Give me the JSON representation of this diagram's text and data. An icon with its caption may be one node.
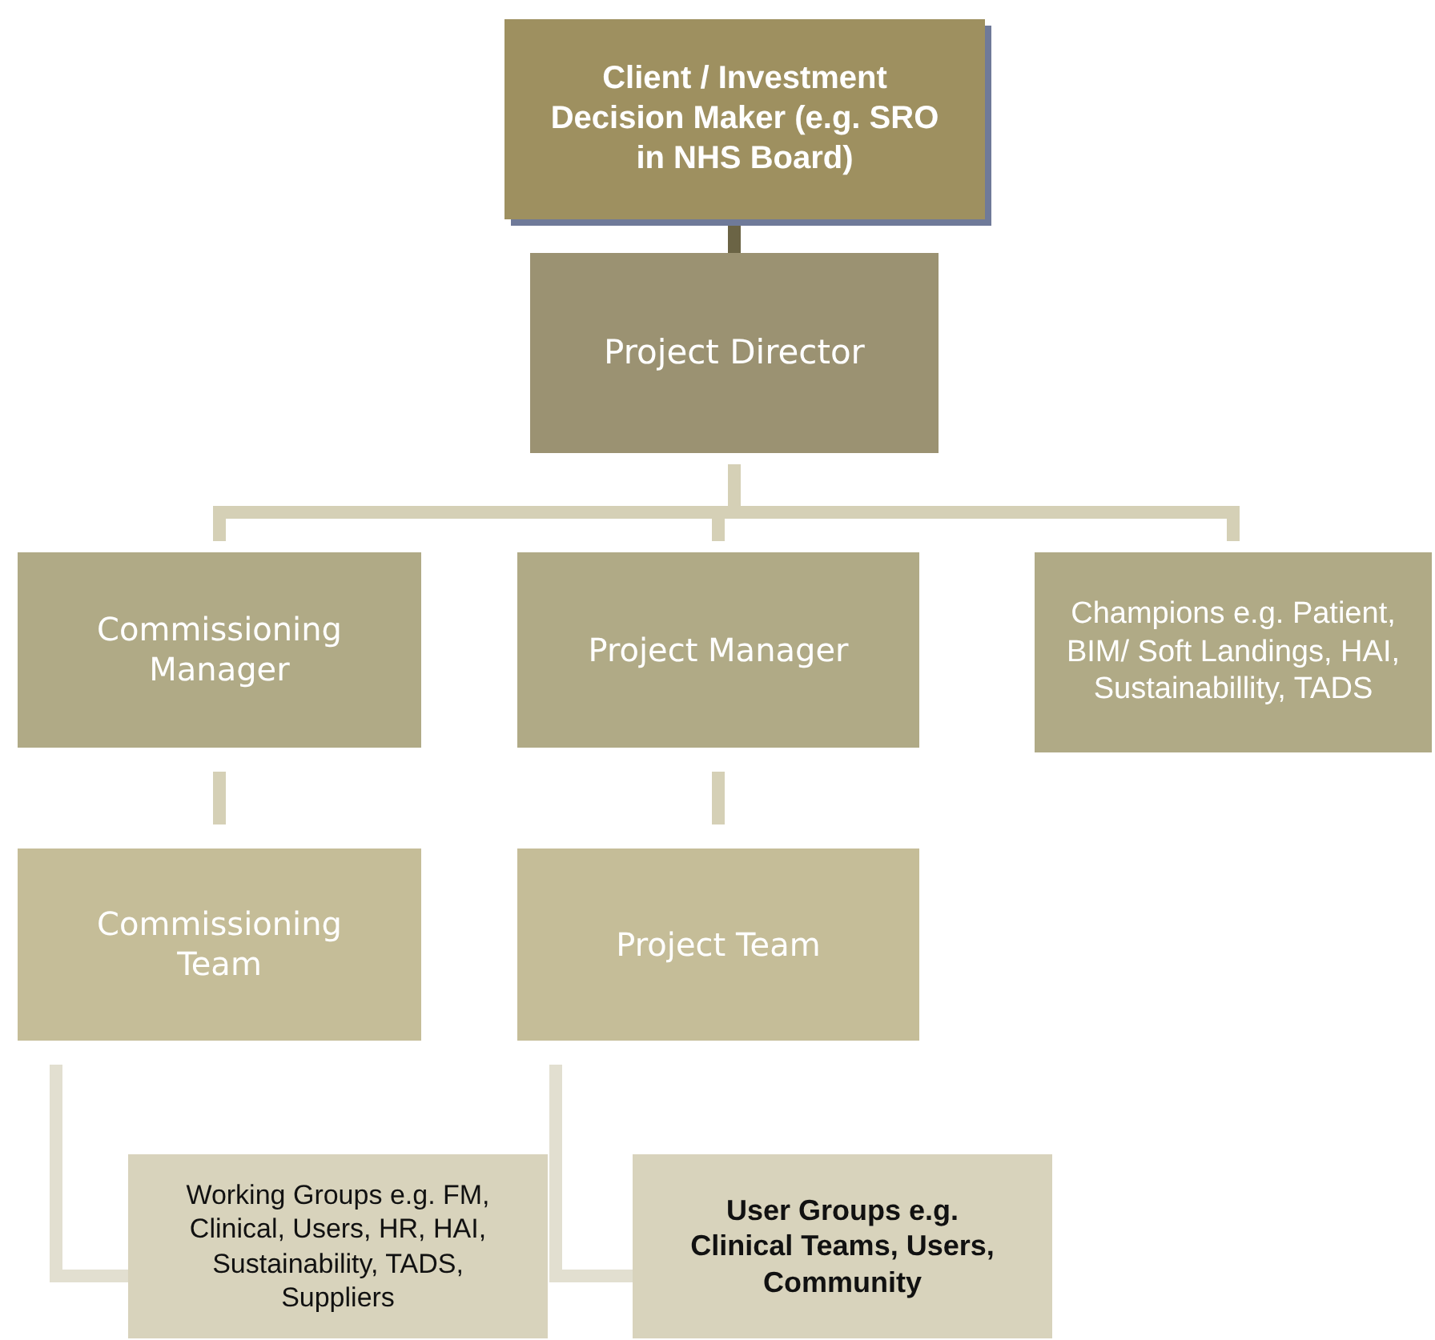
{
  "diagram": {
    "nodes": [
      {
        "text": [
          "Client / Investment Decision Maker (e.g. SRO in NHS Board)"
        ]
      },
      {
        "text": [
          "Project Director"
        ]
      },
      {
        "text": [
          "Commissioning Manager"
        ]
      },
      {
        "text": [
          "Project Manager"
        ]
      },
      {
        "text": [
          "Champions e.g. Patient, BIM/ Soft Landings, HAI, Sustainabillity, TADS"
        ]
      },
      {
        "text": [
          "Commissioning Team"
        ]
      },
      {
        "text": [
          "Project Team"
        ]
      },
      {
        "text": [
          "Working Groups e.g. FM, Clinical, Users, HR, HAI, Sustainability, TADS, Suppliers"
        ]
      },
      {
        "text": [
          "User Groups e.g. Clinical Teams, Users, Community"
        ]
      }
    ],
    "edges": [
      {
        "from": 0,
        "to": 1,
        "arrow": "none",
        "color": "#6b6445"
      },
      {
        "from": 1,
        "to": 2,
        "arrow": "none"
      },
      {
        "from": 1,
        "to": 3,
        "arrow": "none"
      },
      {
        "from": 1,
        "to": 4,
        "arrow": "none"
      },
      {
        "from": 2,
        "to": 5,
        "arrow": "none"
      },
      {
        "from": 3,
        "to": 6,
        "arrow": "none"
      },
      {
        "from": 5,
        "to": 7,
        "arrow": "none"
      },
      {
        "from": 6,
        "to": 8,
        "arrow": "none"
      }
    ]
  }
}
